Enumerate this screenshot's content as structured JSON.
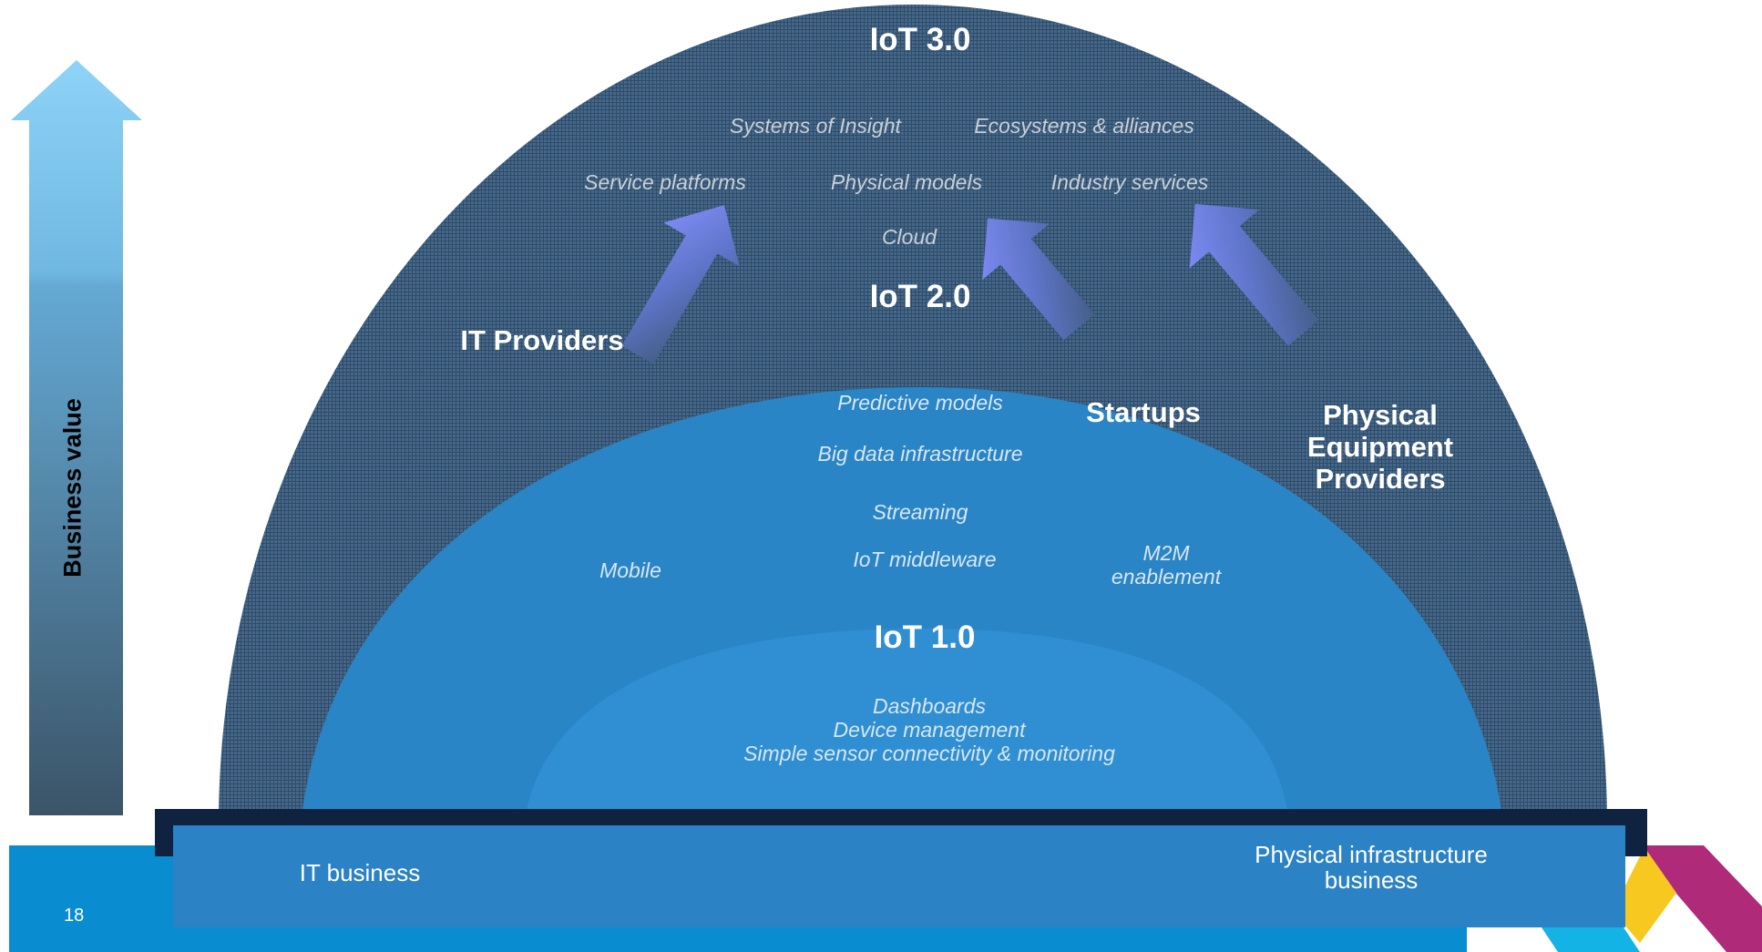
{
  "iot3": {
    "title": "IoT 3.0",
    "items": {
      "systems_of_insight": "Systems of Insight",
      "ecosystems_alliances": "Ecosystems & alliances",
      "service_platforms": "Service platforms",
      "physical_models": "Physical models",
      "industry_services": "Industry services",
      "cloud": "Cloud"
    }
  },
  "iot2": {
    "title": "IoT 2.0",
    "items": {
      "predictive_models": "Predictive models",
      "big_data": "Big data infrastructure",
      "streaming": "Streaming",
      "mobile": "Mobile",
      "iot_middleware": "IoT middleware",
      "m2m_line1": "M2M",
      "m2m_line2": "enablement"
    }
  },
  "iot1": {
    "title": "IoT 1.0",
    "items": {
      "dashboards": "Dashboards",
      "device_management": "Device management",
      "sensor_connectivity": "Simple sensor connectivity & monitoring"
    }
  },
  "providers": {
    "it": "IT Providers",
    "startups": "Startups",
    "physical_line1": "Physical",
    "physical_line2": "Equipment",
    "physical_line3": "Providers"
  },
  "axis": {
    "label": "Business value"
  },
  "base": {
    "left": "IT business",
    "right_line1": "Physical infrastructure",
    "right_line2": "business"
  },
  "page_number": "18",
  "colors": {
    "dome_outer": "#3f5f7f",
    "dome_middle": "#2a86c7",
    "dome_inner": "#2f8ed0",
    "base_bar": "#2b82c4",
    "base_frame": "#0f2340",
    "arrow_top": "#8fd2f7",
    "arrow_bottom": "#3a5870",
    "provider_arrow_head": "#7b86ff",
    "provider_arrow_tail": "#3d5a75"
  }
}
